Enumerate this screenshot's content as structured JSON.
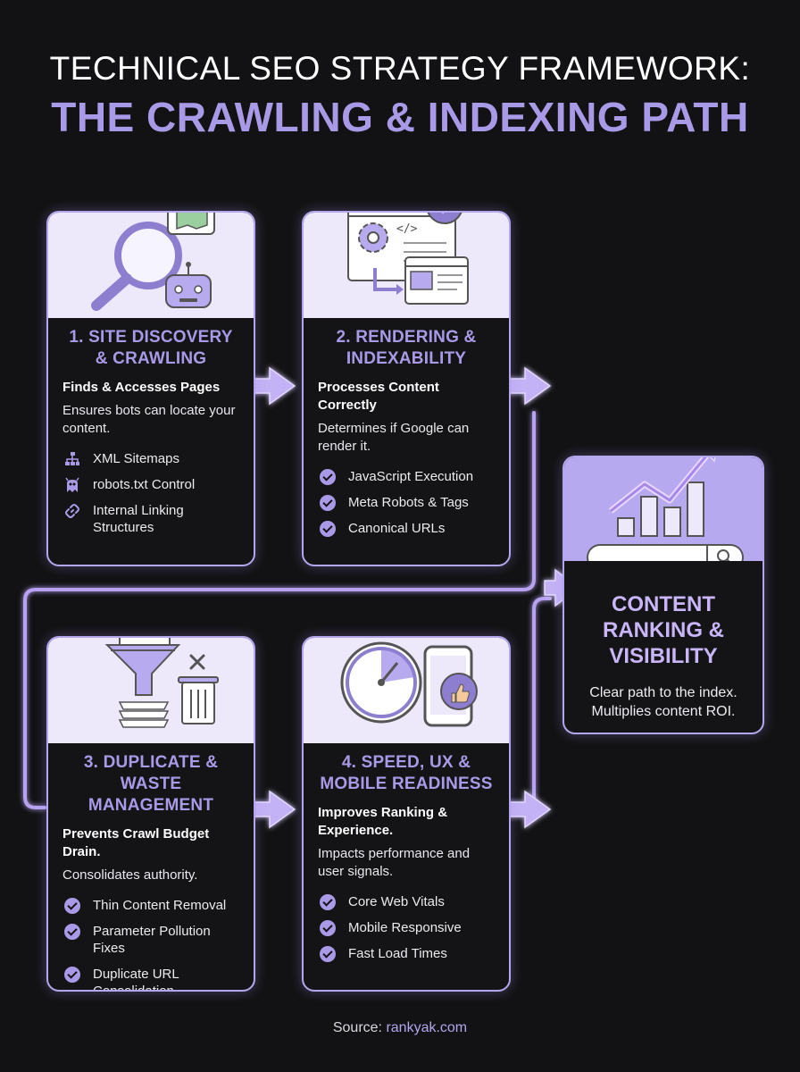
{
  "title_line1": "TECHNICAL SEO STRATEGY FRAMEWORK:",
  "title_line2": "THE CRAWLING & INDEXING PATH",
  "cards": [
    {
      "title": "1. SITE DISCOVERY & CRAWLING",
      "subtitle": "Finds & Accesses Pages",
      "description": "Ensures bots can locate your content.",
      "items": [
        {
          "label": "XML Sitemaps",
          "icon": "sitemap-icon"
        },
        {
          "label": "robots.txt Control",
          "icon": "bot-icon"
        },
        {
          "label": "Internal Linking Structures",
          "icon": "link-icon"
        }
      ]
    },
    {
      "title": "2. RENDERING & INDEXABILITY",
      "subtitle": "Processes Content Correctly",
      "description": "Determines if Google can render it.",
      "items": [
        {
          "label": "JavaScript Execution",
          "icon": "check-icon"
        },
        {
          "label": "Meta Robots & Tags",
          "icon": "check-icon"
        },
        {
          "label": "Canonical URLs",
          "icon": "check-icon"
        }
      ]
    },
    {
      "title": "3. DUPLICATE & WASTE MANAGEMENT",
      "subtitle": "Prevents Crawl Budget Drain.",
      "description": "Consolidates authority.",
      "items": [
        {
          "label": "Thin Content Removal",
          "icon": "check-icon"
        },
        {
          "label": "Parameter Pollution Fixes",
          "icon": "check-icon"
        },
        {
          "label": "Duplicate URL Consolidation",
          "icon": "check-icon"
        }
      ]
    },
    {
      "title": "4. SPEED, UX & MOBILE READINESS",
      "subtitle": "Improves Ranking & Experience.",
      "description": "Impacts performance and user signals.",
      "items": [
        {
          "label": "Core Web Vitals",
          "icon": "check-icon"
        },
        {
          "label": "Mobile Responsive",
          "icon": "check-icon"
        },
        {
          "label": "Fast Load Times",
          "icon": "check-icon"
        }
      ]
    }
  ],
  "final": {
    "title": "CONTENT RANKING & VISIBILITY",
    "description": "Clear path to the index. Multiplies content ROI."
  },
  "source": {
    "prefix": "Source: ",
    "link": "rankyak.com"
  },
  "colors": {
    "accent": "#a99ae8",
    "border": "#b4a6ec",
    "background": "#121214",
    "illustration_bg": "#ede9fb"
  }
}
